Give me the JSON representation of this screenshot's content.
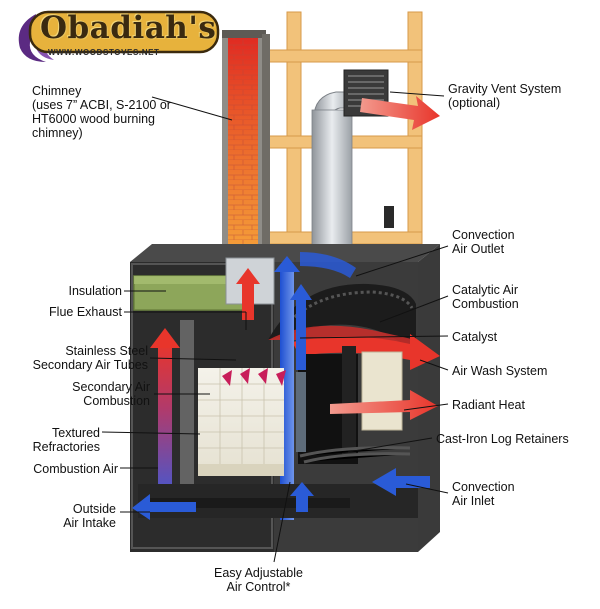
{
  "brand": {
    "name": "Obadiah's",
    "url": "WWW.WOODSTOVES.NET"
  },
  "labels": {
    "chimney": [
      "Chimney",
      "(uses 7” ACBI,  S-2100 or",
      "HT6000 wood burning",
      "chimney)"
    ],
    "gravity_vent": [
      "Gravity Vent System",
      "(optional)"
    ],
    "convection_outlet": [
      "Convection",
      "Air Outlet"
    ],
    "catalytic_combustion": [
      "Catalytic Air",
      "Combustion"
    ],
    "catalyst": [
      "Catalyst"
    ],
    "air_wash": [
      "Air Wash System"
    ],
    "radiant_heat": [
      "Radiant Heat"
    ],
    "log_retainers": [
      "Cast-Iron Log Retainers"
    ],
    "convection_inlet": [
      "Convection",
      "Air Inlet"
    ],
    "insulation": [
      "Insulation"
    ],
    "flue_exhaust": [
      "Flue Exhaust"
    ],
    "secondary_tubes": [
      "Stainless Steel",
      "Secondary Air Tubes"
    ],
    "secondary_combustion": [
      "Secondary Air",
      "Combustion"
    ],
    "refractories": [
      "Textured",
      "Refractories"
    ],
    "combustion_air": [
      "Combustion Air"
    ],
    "outside_intake": [
      "Outside",
      "Air Intake"
    ],
    "air_control": [
      "Easy Adjustable",
      "Air Control*"
    ]
  },
  "colors": {
    "frame": "#f2c27a",
    "box": "#2e2e2e",
    "hot": "#e8352b",
    "cool": "#2a5bd7",
    "insulation": "#8da65a"
  }
}
